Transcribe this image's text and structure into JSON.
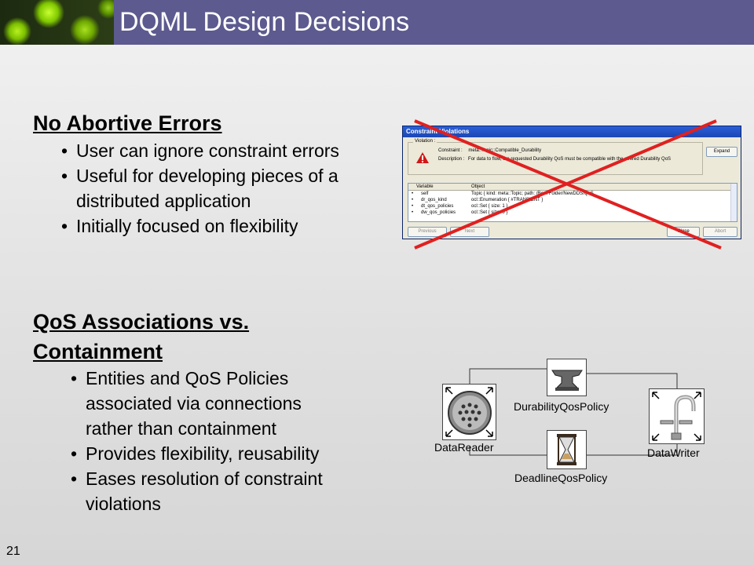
{
  "slide": {
    "title": "DQML Design Decisions",
    "number": "21"
  },
  "section1": {
    "heading": "No Abortive Errors",
    "bullets": [
      "User can ignore constraint errors",
      "Useful for developing pieces of a",
      "distributed application",
      "Initially focused on flexibility"
    ]
  },
  "section2": {
    "heading_line1": "QoS Associations vs.",
    "heading_line2": "Containment",
    "bullets": [
      "Entities and QoS Policies",
      "associated via connections",
      "rather than containment",
      "Provides flexibility, reusability",
      "Eases resolution of constraint",
      "violations"
    ]
  },
  "dialog": {
    "title": "Constraint Violations",
    "group_label": "Violation :",
    "constraint_label": "Constraint :",
    "constraint_value": "meta::Topic::Compatible_Durability",
    "description_label": "Description :",
    "description_value": "For data to flow, the requested Durability QoS must be compatible with the offered Durability QoS",
    "expand_button": "Expand",
    "columns": [
      "Variable",
      "Object"
    ],
    "rows": [
      {
        "variable": "self",
        "object": "Topic { kind: meta::Topic; path: /Root Folder/NewDDS/QoS"
      },
      {
        "variable": "dr_qos_kind",
        "object": "ocl::Enumeration { #TRANSIENT }"
      },
      {
        "variable": "dt_qos_policies",
        "object": "ocl::Set { size: 1 }"
      },
      {
        "variable": "dw_qos_policies",
        "object": "ocl::Set { size: 0 }"
      }
    ],
    "footer_buttons": [
      "Previous",
      "Next",
      "Close",
      "Abort"
    ],
    "crossed_out": true
  },
  "diagram": {
    "nodes": [
      {
        "label": "DataReader",
        "icon": "strainer-icon"
      },
      {
        "label": "DurabilityQosPolicy",
        "icon": "anvil-icon"
      },
      {
        "label": "DeadlineQosPolicy",
        "icon": "hourglass-icon"
      },
      {
        "label": "DataWriter",
        "icon": "faucet-icon"
      }
    ]
  },
  "colors": {
    "title_bar": "#5c5a8e",
    "cross": "#e02020"
  }
}
